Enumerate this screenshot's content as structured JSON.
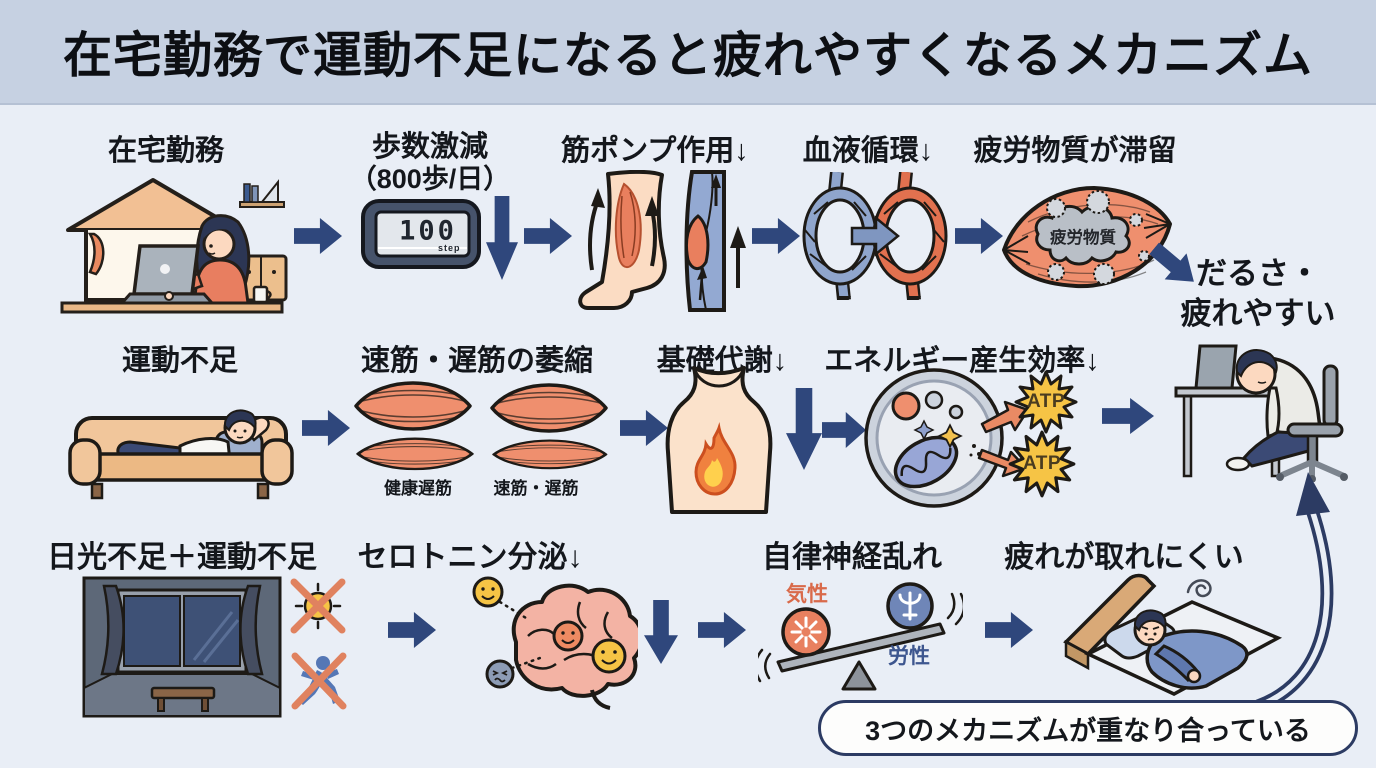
{
  "header": {
    "title": "在宅勤務で運動不足になると疲れやすくなるメカニズム"
  },
  "row1": {
    "home": {
      "label": "在宅勤務"
    },
    "steps": {
      "label": "歩数激減",
      "sublabel": "（800歩/日）",
      "pedometer": {
        "value": "100",
        "unit": "step"
      }
    },
    "muscle_pump": {
      "label": "筋ポンプ作用↓"
    },
    "circulation": {
      "label": "血液循環↓"
    },
    "fatigue_substance": {
      "label": "疲労物質が滞留",
      "cloud_label": "疲労物質"
    },
    "outcome": {
      "line1": "だるさ・",
      "line2": "疲れやすい"
    }
  },
  "row2": {
    "inactivity": {
      "label": "運動不足"
    },
    "atrophy": {
      "label": "速筋・遅筋の萎縮",
      "caption_left": "健康遅筋",
      "caption_right": "速筋・遅筋"
    },
    "metabolism": {
      "label": "基礎代謝↓"
    },
    "energy": {
      "label": "エネルギー産生効率↓",
      "atp_top": "ATP",
      "atp_bottom": "ATP"
    }
  },
  "row3": {
    "sunlight": {
      "label": "日光不足＋運動不足"
    },
    "serotonin": {
      "label": "セロトニン分泌↓"
    },
    "autonomic": {
      "label": "自律神経乱れ",
      "scale_left": "気性",
      "scale_right": "労性"
    },
    "recovery": {
      "label": "疲れが取れにくい"
    }
  },
  "footer": {
    "bubble": "3つのメカニズムが重なり合っている"
  },
  "colors": {
    "page_bg": "#e9eef6",
    "header_bg": "#c6d1e2",
    "arrow_navy": "#2f477c",
    "outline": "#1d1a16",
    "salmon": "#ef8f6e",
    "skin": "#fcd9c0",
    "yellow": "#f6c445",
    "cross_orange": "#e0825f",
    "sympathetic_text": "#d96a4a",
    "parasympathetic_text": "#3d568f",
    "bubble_border": "#2c3b63"
  }
}
